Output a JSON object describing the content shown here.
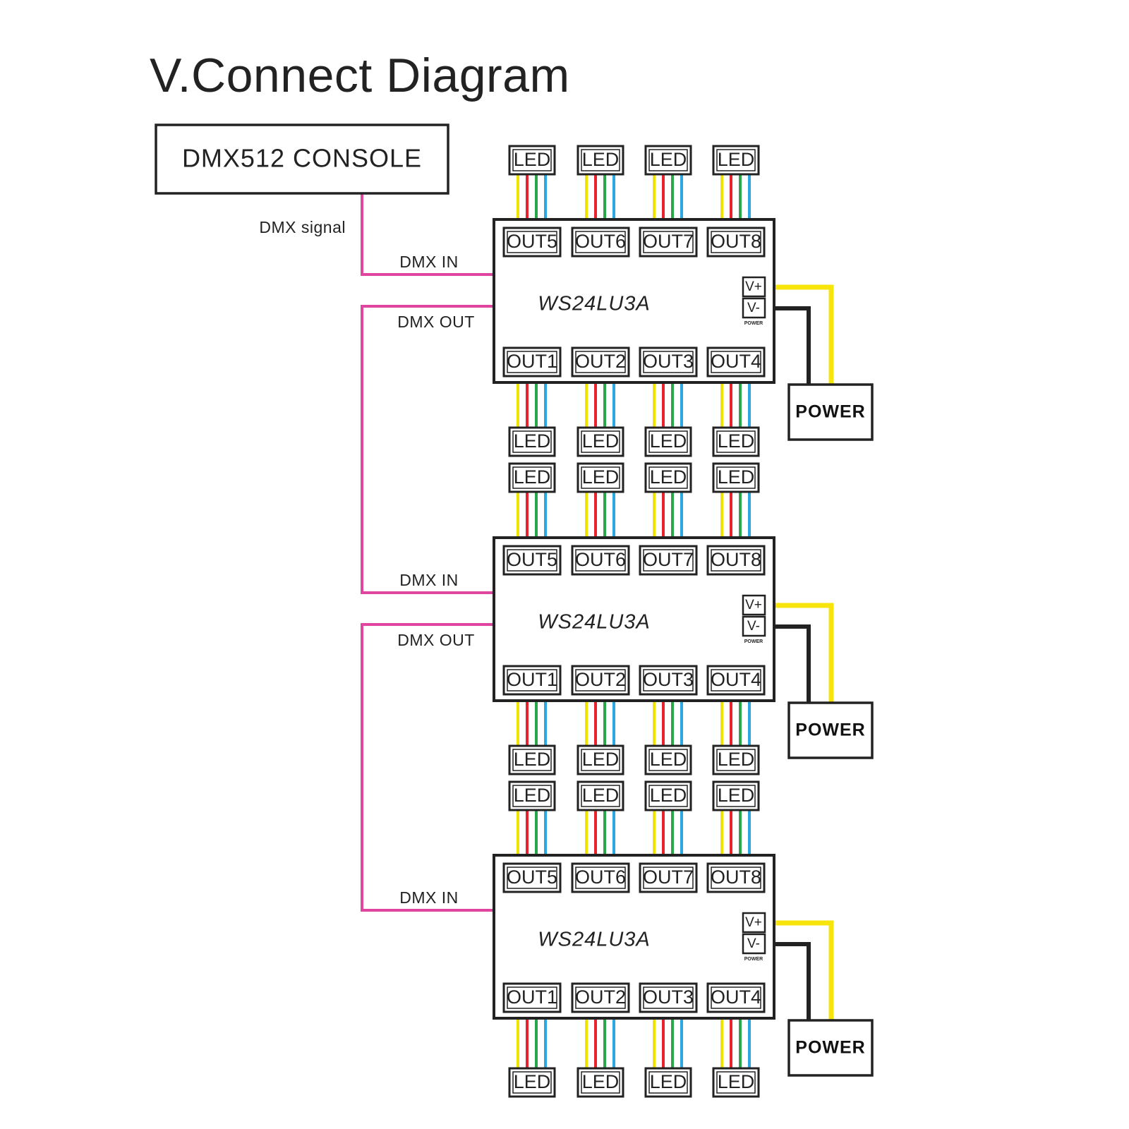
{
  "title": "V.Connect Diagram",
  "console": {
    "label": "DMX512 CONSOLE"
  },
  "signal_label": "DMX  signal",
  "dmx_in_label": "DMX IN",
  "dmx_out_label": "DMX OUT",
  "led_label": "LED",
  "power_label": "POWER",
  "power_small_label": "POWER",
  "v_plus_label": "V+",
  "v_minus_label": "V-",
  "controllers": [
    {
      "model": "WS24LU3A",
      "top_outputs": [
        "OUT5",
        "OUT6",
        "OUT7",
        "OUT8"
      ],
      "bottom_outputs": [
        "OUT1",
        "OUT2",
        "OUT3",
        "OUT4"
      ],
      "has_dmx_out": true
    },
    {
      "model": "WS24LU3A",
      "top_outputs": [
        "OUT5",
        "OUT6",
        "OUT7",
        "OUT8"
      ],
      "bottom_outputs": [
        "OUT1",
        "OUT2",
        "OUT3",
        "OUT4"
      ],
      "has_dmx_out": true
    },
    {
      "model": "WS24LU3A",
      "top_outputs": [
        "OUT5",
        "OUT6",
        "OUT7",
        "OUT8"
      ],
      "bottom_outputs": [
        "OUT1",
        "OUT2",
        "OUT3",
        "OUT4"
      ],
      "has_dmx_out": false
    }
  ],
  "colors": {
    "dmx_line": "#e0459f",
    "wire_yellow": "#f2e200",
    "wire_red": "#e8222f",
    "wire_green": "#29a84a",
    "wire_blue": "#2aa9e0",
    "power_positive": "#f7e40a",
    "power_negative": "#222222",
    "outline": "#222222"
  }
}
